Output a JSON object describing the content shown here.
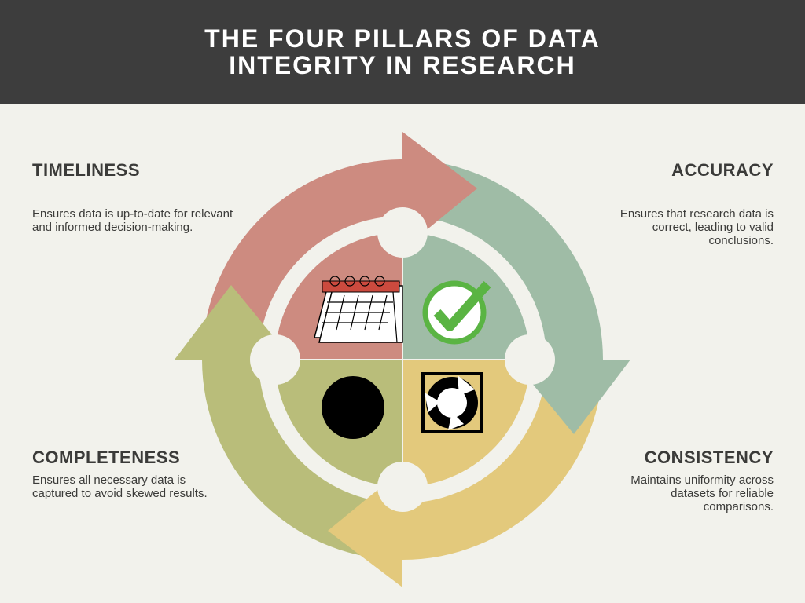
{
  "title": "THE FOUR PILLARS OF DATA INTEGRITY IN RESEARCH",
  "pillars": {
    "timeliness": {
      "heading": "TIMELINESS",
      "description": "Ensures data is up-to-date for relevant and informed decision-making.",
      "icon": "calendar-icon",
      "color": "#cd8b80"
    },
    "accuracy": {
      "heading": "ACCURACY",
      "description": "Ensures that research data is correct, leading to valid conclusions.",
      "icon": "check-circle-icon",
      "color": "#9fbca6"
    },
    "consistency": {
      "heading": "CONSISTENCY",
      "description": "Maintains uniformity across datasets for reliable comparisons.",
      "icon": "refresh-icon",
      "color": "#e3c97c"
    },
    "completeness": {
      "heading": "COMPLETENESS",
      "description": "Ensures all necessary data is captured to avoid skewed results.",
      "icon": "filled-circle-icon",
      "color": "#b9bd7a"
    }
  }
}
